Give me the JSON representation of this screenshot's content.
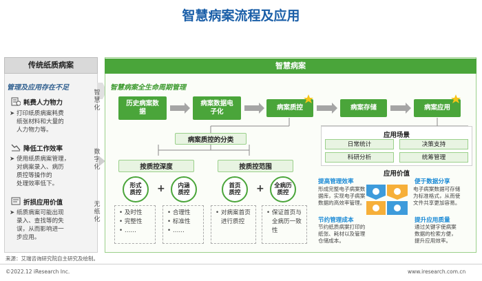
{
  "title": "智慧病案流程及应用",
  "left": {
    "header": "传统纸质病案",
    "subtitle": "管理及应用存在不足",
    "sections": [
      {
        "title": "耗费人力物力",
        "icon": "document-money-icon",
        "text": [
          "打印纸质病案耗费",
          "纸张材料和大量的",
          "人力物力等。"
        ]
      },
      {
        "title": "降低工作效率",
        "icon": "chart-down-icon",
        "text": [
          "使用纸质病案管理，",
          "对病案录入、病历",
          "质控等操作的",
          "处理效率低下。"
        ]
      },
      {
        "title": "折损应用价值",
        "icon": "document-lines-icon",
        "text": [
          "纸质病案可能出现",
          "录入、查找等的失",
          "误，从而影响进一",
          "步应用。"
        ]
      }
    ]
  },
  "side_labels": [
    "智慧化",
    "数字化",
    "无纸化"
  ],
  "right": {
    "header": "智慧病案",
    "subtitle": "智慧病案全生命周期管理",
    "flow": [
      "历史病案数据",
      "病案数据电子化",
      "病案质控",
      "病案存储",
      "病案应用"
    ],
    "qc_title": "病案质控的分类",
    "depth": {
      "title": "按质控深度",
      "circles": [
        "形式质控",
        "内涵质控"
      ],
      "left_items": [
        "及时性",
        "完整性",
        "……"
      ],
      "right_items": [
        "合理性",
        "标准性",
        "……"
      ]
    },
    "scope": {
      "title": "按质控范围",
      "circles": [
        "首页质控",
        "全病历质控"
      ],
      "left_items": [
        "对病案首页进行质控"
      ],
      "right_items": [
        "保证首页与全病历一致性"
      ]
    },
    "scene": {
      "title": "应用场景",
      "items": [
        "日常统计",
        "决策支持",
        "科研分析",
        "统筹管理"
      ]
    },
    "value": {
      "title": "应用价值",
      "items": [
        {
          "title": "提高管理效率",
          "text": [
            "形成完整电子病案数",
            "据库，实现电子病案",
            "数据的高效率管理。"
          ],
          "color": "#1b8ad6"
        },
        {
          "title": "便于数据分享",
          "text": [
            "电子病案数据可存储",
            "为标准格式，从而使",
            "文件共享更加容易。"
          ],
          "color": "#1b8ad6"
        },
        {
          "title": "节约管理成本",
          "text": [
            "节约纸质病案打印的",
            "纸张、耗材以及管理",
            "仓储成本。"
          ],
          "color": "#1b8ad6"
        },
        {
          "title": "提升应用质量",
          "text": [
            "通过关键字使病案",
            "数据的检索方便，",
            "提升应用效率。"
          ],
          "color": "#1b8ad6"
        }
      ]
    }
  },
  "footer": {
    "source": "来源：艾瑞咨询研究院自主研究及绘制。",
    "copyright": "©2022.12 iResearch Inc.",
    "url": "www.iresearch.com.cn"
  }
}
